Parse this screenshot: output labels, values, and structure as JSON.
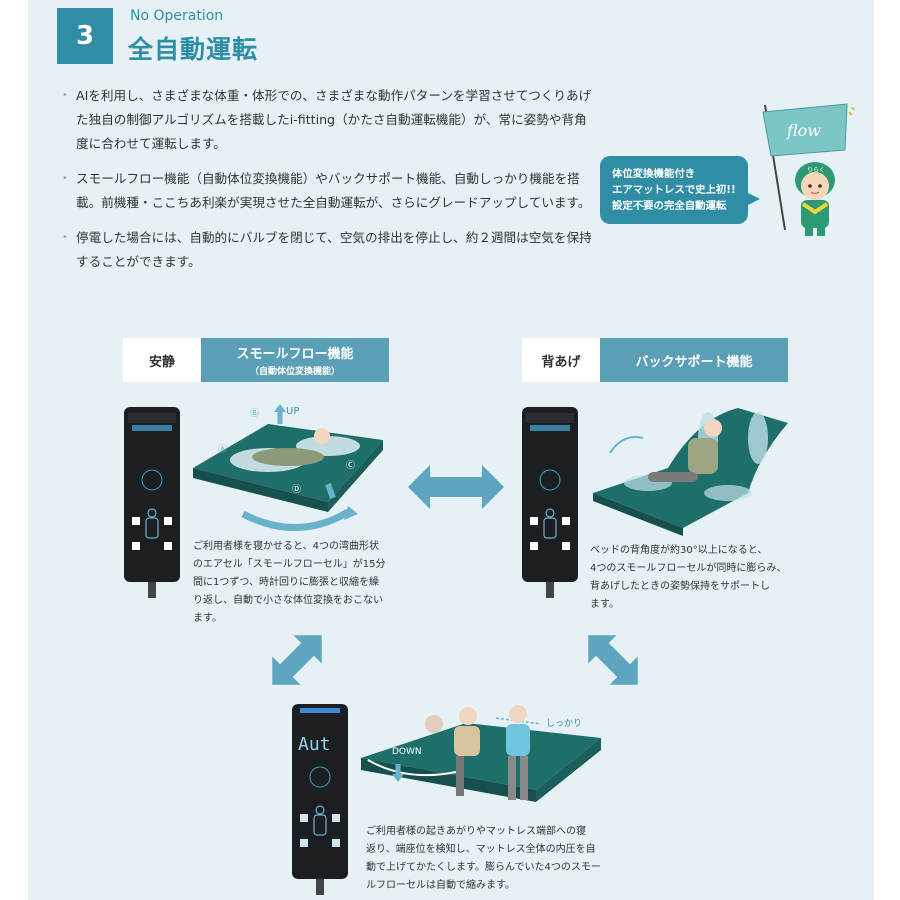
{
  "section": {
    "number": "3",
    "subtitle": "No Operation",
    "title": "全自動運転"
  },
  "bullets": [
    "AIを利用し、さまざまな体重・体形での、さまざまな動作パターンを学習させてつくりあげた独自の制御アルゴリズムを搭載したi-fitting（かたさ自動運転機能）が、常に姿勢や背角度に合わせて運転します。",
    "スモールフロー機能（自動体位変換機能）やバックサポート機能、自動しっかり機能を搭載。前機種・ここちあ利楽が実現させた全自動運転が、さらにグレードアップしています。",
    "停電した場合には、自動的にバルブを閉じて、空気の排出を停止し、約２週間は空気を保持することができます。"
  ],
  "callout": {
    "line1": "体位変換機能付き",
    "line2": "エアマットレスで史上初!!",
    "line3": "設定不要の完全自動運転"
  },
  "mascot": {
    "flag_text": "flow",
    "cap_text": "りらく"
  },
  "modes": {
    "rest": {
      "state_label": "安静",
      "function_label": "スモールフロー機能",
      "function_sub": "（自動体位変換機能）",
      "arrow_up": "UP",
      "marks": [
        "Ⓐ",
        "Ⓑ",
        "Ⓒ",
        "Ⓓ"
      ],
      "description": [
        "ご利用者様を寝かせると、4つの湾曲形状",
        "のエアセル「スモールフローセル」が15分",
        "間に1つずつ、時計回りに膨張と収縮を繰",
        "り返し、自動で小さな体位変換をおこない",
        "ます。"
      ]
    },
    "back": {
      "state_label": "背あげ",
      "function_label": "バックサポート機能",
      "description": [
        "ベッドの背角度が約30°以上になると、",
        "4つのスモールフローセルが同時に膨らみ、",
        "背あげしたときの姿勢保持をサポートし",
        "ます。"
      ]
    },
    "firm": {
      "arrow_down": "DOWN",
      "firm_label": "しっかり",
      "remote_display": "Aut",
      "description": [
        "ご利用者様の起きあがりやマットレス端部への寝",
        "返り、端座位を検知し、マットレス全体の内圧を自",
        "動で上げてかたくします。膨らんでいた4つのスモー",
        "ルフローセルは自動で縮みます。"
      ]
    }
  },
  "colors": {
    "accent": "#2f8ea6",
    "label_blue": "#5b9fb6",
    "panel_bg": "#e6f1f5",
    "arrow": "#5ea5bf",
    "mattress": "#1e6f6a"
  }
}
